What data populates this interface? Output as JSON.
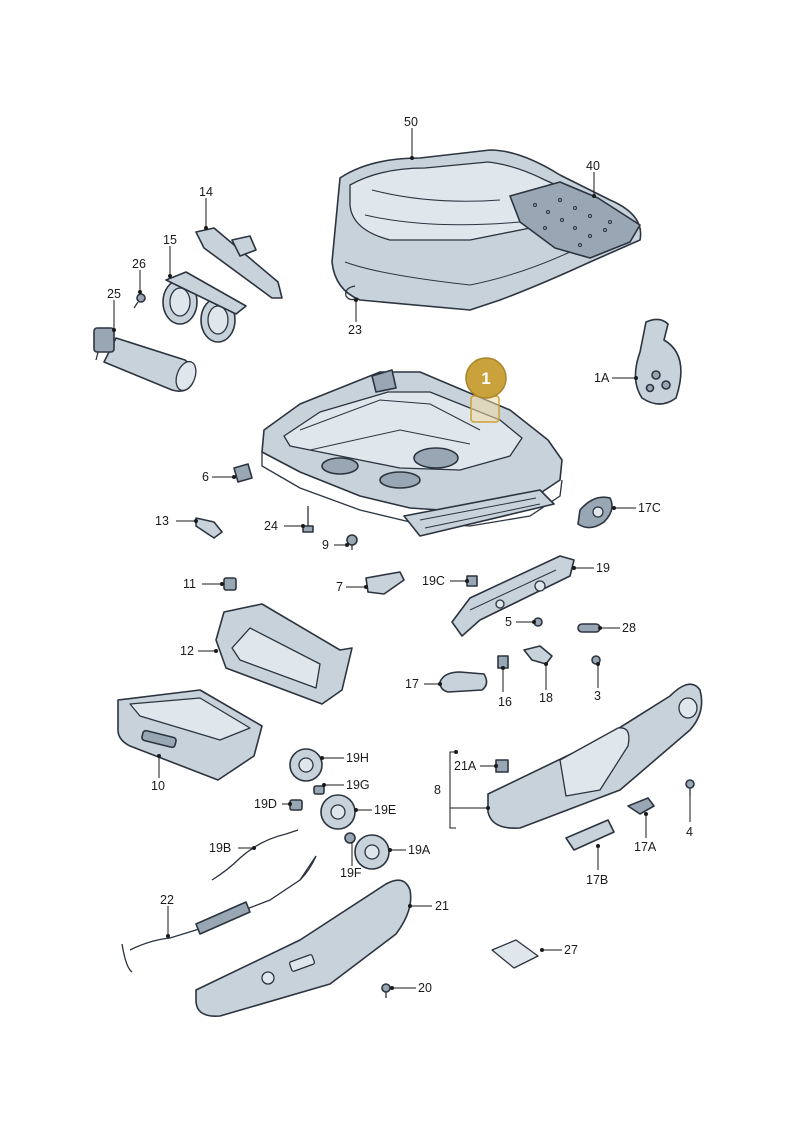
{
  "callouts": [
    {
      "id": "50",
      "label": "50"
    },
    {
      "id": "40",
      "label": "40"
    },
    {
      "id": "14",
      "label": "14"
    },
    {
      "id": "15",
      "label": "15"
    },
    {
      "id": "26",
      "label": "26"
    },
    {
      "id": "25",
      "label": "25"
    },
    {
      "id": "23",
      "label": "23"
    },
    {
      "id": "1A",
      "label": "1A"
    },
    {
      "id": "6",
      "label": "6"
    },
    {
      "id": "17C",
      "label": "17C"
    },
    {
      "id": "13",
      "label": "13"
    },
    {
      "id": "24",
      "label": "24"
    },
    {
      "id": "9",
      "label": "9"
    },
    {
      "id": "11",
      "label": "11"
    },
    {
      "id": "7",
      "label": "7"
    },
    {
      "id": "19C",
      "label": "19C"
    },
    {
      "id": "19",
      "label": "19"
    },
    {
      "id": "5",
      "label": "5"
    },
    {
      "id": "28",
      "label": "28"
    },
    {
      "id": "12",
      "label": "12"
    },
    {
      "id": "17",
      "label": "17"
    },
    {
      "id": "16",
      "label": "16"
    },
    {
      "id": "18",
      "label": "18"
    },
    {
      "id": "3",
      "label": "3"
    },
    {
      "id": "10",
      "label": "10"
    },
    {
      "id": "19H",
      "label": "19H"
    },
    {
      "id": "19G",
      "label": "19G"
    },
    {
      "id": "19D",
      "label": "19D"
    },
    {
      "id": "19E",
      "label": "19E"
    },
    {
      "id": "21A",
      "label": "21A"
    },
    {
      "id": "8",
      "label": "8"
    },
    {
      "id": "4",
      "label": "4"
    },
    {
      "id": "19B",
      "label": "19B"
    },
    {
      "id": "19A",
      "label": "19A"
    },
    {
      "id": "19F",
      "label": "19F"
    },
    {
      "id": "17A",
      "label": "17A"
    },
    {
      "id": "17B",
      "label": "17B"
    },
    {
      "id": "22",
      "label": "22"
    },
    {
      "id": "21",
      "label": "21"
    },
    {
      "id": "27",
      "label": "27"
    },
    {
      "id": "20",
      "label": "20"
    }
  ],
  "highlight": {
    "label": "1",
    "color": "#c9a23c"
  }
}
